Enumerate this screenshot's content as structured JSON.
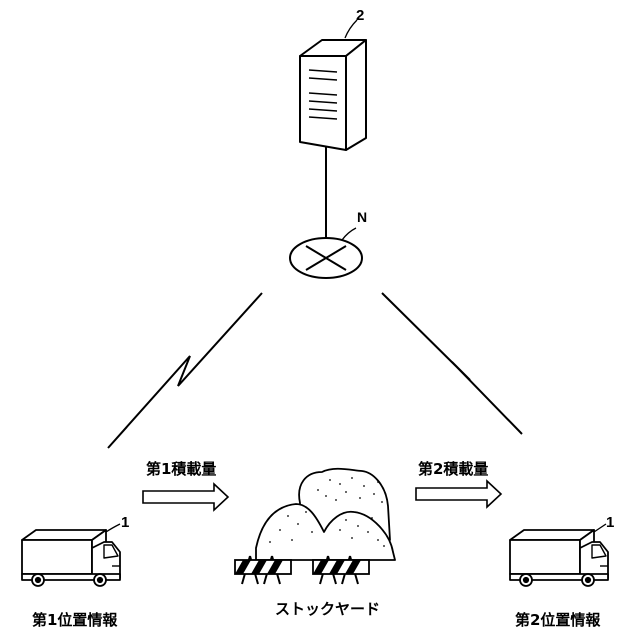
{
  "server": {
    "ref": "2"
  },
  "network": {
    "ref": "N"
  },
  "truck_left": {
    "ref": "1",
    "caption": "第1位置情報"
  },
  "truck_right": {
    "ref": "1",
    "caption": "第2位置情報"
  },
  "arrow_left": {
    "label": "第1積載量"
  },
  "arrow_right": {
    "label": "第2積載量"
  },
  "stockyard": {
    "label": "ストックヤード"
  },
  "colors": {
    "line": "#000000",
    "background": "#ffffff",
    "truck_fill": "#f2f2f2"
  }
}
